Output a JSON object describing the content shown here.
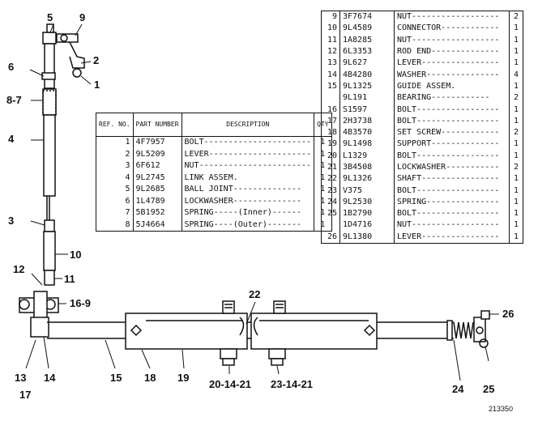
{
  "figure_number": "213350",
  "callouts": {
    "c1": "1",
    "c2": "2",
    "c3": "3",
    "c4": "4",
    "c5": "5",
    "c6": "6",
    "c87": "8-7",
    "c9": "9",
    "c10": "10",
    "c11": "11",
    "c12": "12",
    "c169": "16-9",
    "c13": "13",
    "c14": "14",
    "c15": "15",
    "c17": "17",
    "c18": "18",
    "c19": "19",
    "c201421": "20-14-21",
    "c22": "22",
    "c231421": "23-14-21",
    "c24": "24",
    "c25": "25",
    "c26": "26"
  },
  "table_left": {
    "headers": {
      "ref": "REF. NO.",
      "part": "PART NUMBER",
      "desc": "DESCRIPTION",
      "qty": "QTY"
    },
    "rows": [
      {
        "ref": "1",
        "part": "4F7957",
        "desc": "BOLT----------------------",
        "qty": "1"
      },
      {
        "ref": "2",
        "part": "9L5209",
        "desc": "LEVER---------------------",
        "qty": "1"
      },
      {
        "ref": "3",
        "part": "6F612",
        "desc": "NUT-----------------------",
        "qty": "1"
      },
      {
        "ref": "4",
        "part": "9L2745",
        "desc": "LINK ASSEM.",
        "qty": "1"
      },
      {
        "ref": "5",
        "part": "9L2685",
        "desc": "  BALL JOINT--------------",
        "qty": "1"
      },
      {
        "ref": "6",
        "part": "1L4789",
        "desc": "  LOCKWASHER--------------",
        "qty": "1"
      },
      {
        "ref": "7",
        "part": "5B1952",
        "desc": "  SPRING-----(Inner)------",
        "qty": "1"
      },
      {
        "ref": "8",
        "part": "5J4664",
        "desc": "  SPRING----(Outer)-------",
        "qty": "1"
      }
    ]
  },
  "table_right": {
    "rows": [
      {
        "ref": "9",
        "part": "3F7674",
        "desc": "NUT------------------",
        "qty": "2"
      },
      {
        "ref": "10",
        "part": "9L4589",
        "desc": "CONNECTOR------------",
        "qty": "1"
      },
      {
        "ref": "11",
        "part": "1A8285",
        "desc": "NUT------------------",
        "qty": "1"
      },
      {
        "ref": "12",
        "part": "6L3353",
        "desc": "ROD END--------------",
        "qty": "1"
      },
      {
        "ref": "13",
        "part": "9L627",
        "desc": "LEVER----------------",
        "qty": "1"
      },
      {
        "ref": "14",
        "part": "4B4280",
        "desc": "WASHER---------------",
        "qty": "4"
      },
      {
        "ref": "15",
        "part": "9L1325",
        "desc": "GUIDE ASSEM.",
        "qty": "1"
      },
      {
        "ref": "",
        "part": "9L191",
        "desc": "  BEARING------------",
        "qty": "2"
      },
      {
        "ref": "16",
        "part": "S1597",
        "desc": "BOLT-----------------",
        "qty": "1"
      },
      {
        "ref": "17",
        "part": "2H3738",
        "desc": "BOLT-----------------",
        "qty": "1"
      },
      {
        "ref": "18",
        "part": "4B3570",
        "desc": "SET SCREW------------",
        "qty": "2"
      },
      {
        "ref": "19",
        "part": "9L1498",
        "desc": "SUPPORT--------------",
        "qty": "1"
      },
      {
        "ref": "20",
        "part": "L1329",
        "desc": "BOLT-----------------",
        "qty": "1"
      },
      {
        "ref": "21",
        "part": "3B4508",
        "desc": "LOCKWASHER-----------",
        "qty": "2"
      },
      {
        "ref": "22",
        "part": "9L1326",
        "desc": "SHAFT----------------",
        "qty": "1"
      },
      {
        "ref": "23",
        "part": "V375",
        "desc": "BOLT-----------------",
        "qty": "1"
      },
      {
        "ref": "24",
        "part": "9L2530",
        "desc": "SPRING---------------",
        "qty": "1"
      },
      {
        "ref": "25",
        "part": "1B2790",
        "desc": "BOLT-----------------",
        "qty": "1"
      },
      {
        "ref": "",
        "part": "1D4716",
        "desc": "NUT------------------",
        "qty": "1"
      },
      {
        "ref": "26",
        "part": "9L1380",
        "desc": "LEVER----------------",
        "qty": "1"
      }
    ]
  }
}
